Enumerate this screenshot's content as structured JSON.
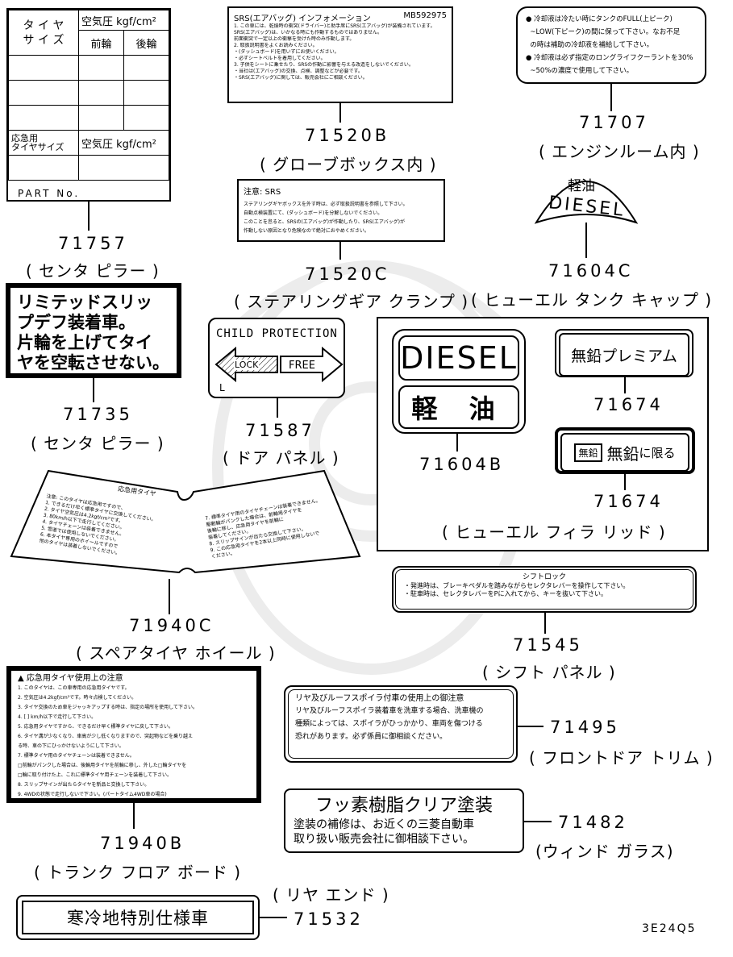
{
  "diagram_code": "3E24Q5",
  "labels": {
    "l71757": {
      "tire_size": "タ イ ヤ\nサ イ ズ",
      "pressure": "空気圧 kgf/cm²",
      "front": "前輪",
      "rear": "後輪",
      "spare_size": "応急用\nタイヤサイズ",
      "spare_pressure": "空気圧 kgf/cm²",
      "part_no": "PART No."
    },
    "l71520b": {
      "title": "SRS(エアバッグ) インフォメーション",
      "code": "MB592975",
      "lines": [
        "1. この車には、乾燥時の衝突(ドライバー)と助手席にSRS(エアバッグ)が装備されています。",
        "   SRS(エアバッグ)は、いかなる時にも作動するものではありません。",
        "   前面衝突で一定以上の衝撃を受けた時のみ作動します。",
        "2. 取扱説明書をよくお読みください。",
        "   ・(ダッシュボード)を用いずにお使いください。",
        "   ・必ずシートベルトを着用してください。",
        "3. 子供をシートに乗せたり、SRSの作動に影響を与える改造をしないでください。",
        "・当社は(エアバッグ)の交換、点検、調整などが必要です。",
        "・SRS(エアバッグ)に関しては、販売会社にご相談ください。"
      ]
    },
    "l71707": {
      "lines": [
        "● 冷却液は冷たい時にタンクのFULL(上ピーク)",
        "  ~LOW(下ピーク)の間に保って下さい。なお不足",
        "  の時は補助の冷却液を補給して下さい。",
        "● 冷却液は必ず指定のロングライフクーラントを30%",
        "  ~50%の濃度で使用して下さい。"
      ]
    },
    "l71520c": {
      "title": "注意: SRS",
      "lines": [
        "ステアリングギヤボックスを外す時は、必ず取扱説明書を参照して下さい。",
        "自動点検装置にて、(ダッシュボード)を分解しないでください。",
        "このことを怠ると、SRSの(エアバッグ)が作動したり、SRS(エアバッグ)が",
        "作動しない原因となり危険なので絶対におやめください。"
      ]
    },
    "l71604c": {
      "top": "軽油",
      "bottom": "DIESEL"
    },
    "l71735": {
      "lines": [
        "リミテッドスリッ",
        "プデフ装着車。",
        "片輪を上げてタイ",
        "ヤを空転させない。"
      ]
    },
    "l71587": {
      "title": "CHILD PROTECTION",
      "lock": "LOCK",
      "free": "FREE",
      "side": "L"
    },
    "l71604b": {
      "top": "DIESEL",
      "bottom": "軽 油"
    },
    "l71674a": {
      "text": "無鉛プレミアム"
    },
    "l71674b": {
      "icon": "無鉛",
      "text": "無鉛",
      "suffix": "に限る"
    },
    "l71940c": {
      "left_title": "応急用タイヤ",
      "left_lines": [
        "注意: このタイヤは応急用ですので、",
        "1. できるだけ早く標準タイヤに交換してください。",
        "2. タイヤ空気圧は4.2kgf/cm²です。",
        "3. 80km/h以下で走行してください。",
        "4. タイヤチェーンは装着できません。",
        "5. 雪道では使用しないでください。",
        "6. 本タイヤ専用のホイールですので",
        "   他のタイヤは装着しないでください。"
      ],
      "right_lines": [
        "7. 標準タイヤ用のタイヤチェーンは装着できません。",
        "   駆動輪がパンクした場合は、前輪用タイヤを",
        "   後輪に移し、応急用タイヤを前輪に",
        "   装着してください。",
        "8. スリップサインが出たら交換して下さい。",
        "9. この応急用タイヤを2本以上同時に使用しないで",
        "   ください。"
      ]
    },
    "l71545": {
      "title": "シフトロック",
      "lines": [
        "・発進時は、ブレーキペダルを踏みながらセレクタレバーを操作して下さい。",
        "・駐車時は、セレクタレバーをPに入れてから、キーを抜いて下さい。"
      ]
    },
    "l71940b": {
      "title": "▲ 応急用タイヤ使用上の注意",
      "lines": [
        "1. このタイヤは、この車専用の応急用タイヤです。",
        "2. 空気圧は4.2kgf/cm²です。時々点検してください。",
        "3. タイヤ交換のため車をジャッキアップする時は、指定の場所を使用して下さい。",
        "4. [  ] km/h以下で走行して下さい。",
        "5. 応急用タイヤですから、できるだけ早く標準タイヤに戻して下さい。",
        "6. タイヤ溝が少なくなり、車高が少し低くなりますので、突起物などを乗り越え",
        "   る時、車の下にひっかけないようにして下さい。",
        "7. 標準タイヤ用のタイヤチェーンは装着できません。",
        "   □前輪がパンクした場合は、後輪用タイヤを前輪に移し、外した□輪タイヤを",
        "   □輪に取り付けた上、これに標準タイヤ用チェーンを装着して下さい。",
        "8. スリップサインが出たらタイヤを新品と交換して下さい。",
        "9. 4WDの状態で走行しないで下さい。(パートタイム4WD車の場合)"
      ]
    },
    "l71495": {
      "title": "リヤ及びルーフスポイラ付車の使用上の御注意",
      "lines": [
        "リヤ及びルーフスポイラ装着車を洗車する場合、洗車機の",
        "種類によっては、スポイラがひっかかり、車両を傷つける",
        "恐れがあります。必ず係員に御相談ください。"
      ]
    },
    "l71482": {
      "title": "フッ素樹脂クリア塗装",
      "lines": [
        "塗装の補修は、お近くの三菱自動車",
        "取り扱い販売会社に御相談下さい。"
      ]
    },
    "l71532": {
      "text": "寒冷地特別仕様車"
    }
  },
  "callouts": [
    {
      "number": "71757",
      "location": "( センタ ピラー )"
    },
    {
      "number": "71520B",
      "location": "( グローブボックス内 )"
    },
    {
      "number": "71707",
      "location": "( エンジンルーム内 )"
    },
    {
      "number": "71520C",
      "location": "( ステアリングギア クランプ )"
    },
    {
      "number": "71604C",
      "location": "( ヒューエル タンク キャップ )"
    },
    {
      "number": "71735",
      "location": "( センタ ピラー )"
    },
    {
      "number": "71587",
      "location": "( ドア パネル )"
    },
    {
      "number": "71674",
      "location": ""
    },
    {
      "number": "71604B",
      "location": ""
    },
    {
      "number": "71674",
      "location": ""
    },
    {
      "number": "",
      "location": "( ヒューエル フィラ リッド )"
    },
    {
      "number": "71940C",
      "location": "( スペアタイヤ ホイール )"
    },
    {
      "number": "71545",
      "location": "( シフト パネル )"
    },
    {
      "number": "71495",
      "location": "( フロントドア トリム )"
    },
    {
      "number": "71482",
      "location": "(ウィンド ガラス)"
    },
    {
      "number": "71940B",
      "location": "( トランク フロア ボード )"
    },
    {
      "number": "71532",
      "location": "( リヤ エンド )"
    }
  ]
}
